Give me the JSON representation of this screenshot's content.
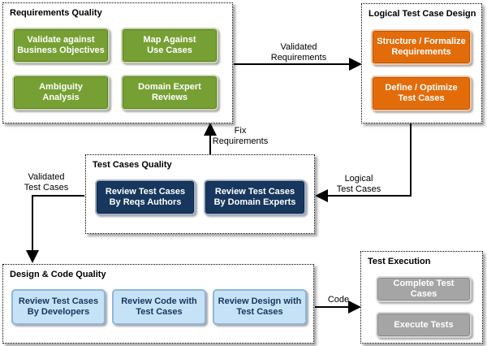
{
  "groups": {
    "req_quality": {
      "title": "Requirements Quality",
      "nodes": [
        "Validate against\nBusiness Objectives",
        "Map Against\nUse Cases",
        "Ambiguity\nAnalysis",
        "Domain Expert\nReviews"
      ]
    },
    "logical_design": {
      "title": "Logical Test Case Design",
      "nodes": [
        "Structure / Formalize\nRequirements",
        "Define / Optimize\nTest Cases"
      ]
    },
    "tc_quality": {
      "title": "Test Cases Quality",
      "nodes": [
        "Review Test Cases\nBy Reqs Authors",
        "Review Test Cases\nBy Domain Experts"
      ]
    },
    "design_code": {
      "title": "Design & Code Quality",
      "nodes": [
        "Review Test Cases\nBy Developers",
        "Review Code with\nTest Cases",
        "Review Design with\nTest Cases"
      ]
    },
    "execution": {
      "title": "Test Execution",
      "nodes": [
        "Complete Test Cases",
        "Execute Tests"
      ]
    }
  },
  "edges": {
    "validated_requirements": "Validated\nRequirements",
    "fix_requirements": "Fix\nRequirements",
    "logical_test_cases": "Logical\nTest Cases",
    "validated_test_cases": "Validated\nTest Cases",
    "code": "Code"
  },
  "colors": {
    "green": "#77a034",
    "orange": "#e36c0a",
    "navy": "#17375e",
    "light_blue": "#c6e2f6",
    "gray": "#a5a5a5"
  }
}
